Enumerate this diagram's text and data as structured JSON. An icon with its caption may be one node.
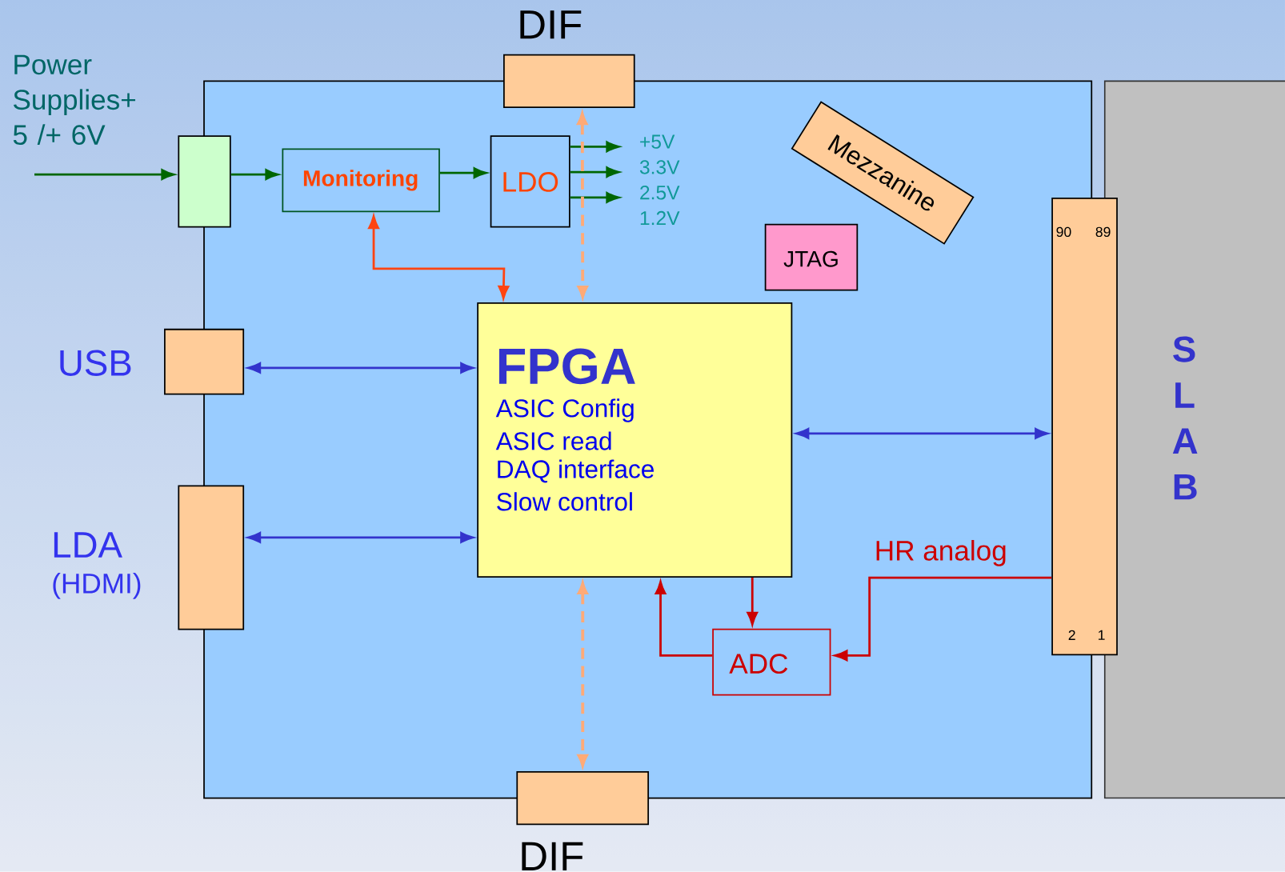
{
  "diagram": {
    "nodes": [
      {
        "text": [],
        "shape": "box"
      },
      {
        "text": [
          "DIF"
        ]
      },
      {
        "text": [],
        "shape": "box"
      },
      {
        "text": [
          "Monitoring"
        ],
        "in": 0
      },
      {
        "text": [
          "LDO"
        ],
        "in": 0
      },
      {
        "text": [
          "Mezzanine"
        ],
        "in": 0
      },
      {
        "text": [
          "JTAG"
        ],
        "in": 0
      },
      {
        "text": [
          "90",
          "89",
          "2",
          "1"
        ]
      },
      {
        "text": [
          "S L A B"
        ]
      },
      {
        "text": [
          "USB"
        ]
      },
      {
        "text": [
          "FPGA",
          "ASIC Config",
          "ASIC read",
          "DAQ interface",
          "Slow control"
        ],
        "in": 0
      },
      {
        "text": [
          "LDA",
          "(HDMI)"
        ]
      },
      {
        "text": [
          "ADC"
        ],
        "in": 0
      },
      {
        "text": [
          "DIF"
        ]
      }
    ],
    "edges": [
      {
        "from": null,
        "to": 2,
        "arrow": "to"
      },
      {
        "from": 2,
        "to": 3,
        "arrow": "to"
      },
      {
        "from": 3,
        "to": 4,
        "arrow": "to"
      },
      {
        "from": 4,
        "to": null,
        "arrow": "to"
      },
      {
        "from": 4,
        "to": null,
        "arrow": "to"
      },
      {
        "from": 4,
        "to": null,
        "arrow": "to"
      },
      {
        "from": 3,
        "to": 10,
        "arrow": "both",
        "color": "#ff4411"
      },
      {
        "from": 1,
        "to": 10,
        "arrow": "both",
        "style": "dashed",
        "color": "#ffaa77"
      },
      {
        "from": 10,
        "to": 13,
        "arrow": "both",
        "style": "dashed",
        "color": "#ffaa77"
      },
      {
        "from": 9,
        "to": 10,
        "arrow": "both",
        "color": "#3333cc"
      },
      {
        "from": 11,
        "to": 10,
        "arrow": "both",
        "color": "#3333cc"
      },
      {
        "from": 10,
        "to": 7,
        "arrow": "both",
        "color": "#3333cc"
      },
      {
        "from": 10,
        "to": 12,
        "arrow": "to",
        "color": "#cc0000"
      },
      {
        "from": 12,
        "to": 10,
        "arrow": "to",
        "color": "#cc0000"
      },
      {
        "from": 7,
        "to": 12,
        "arrow": "to",
        "label": "HR analog",
        "color": "#cc0000"
      }
    ],
    "labels": [
      "Power Supplies+ 5 /+ 6V",
      "+5V",
      "3.3V",
      "2.5V",
      "1.2V"
    ]
  }
}
